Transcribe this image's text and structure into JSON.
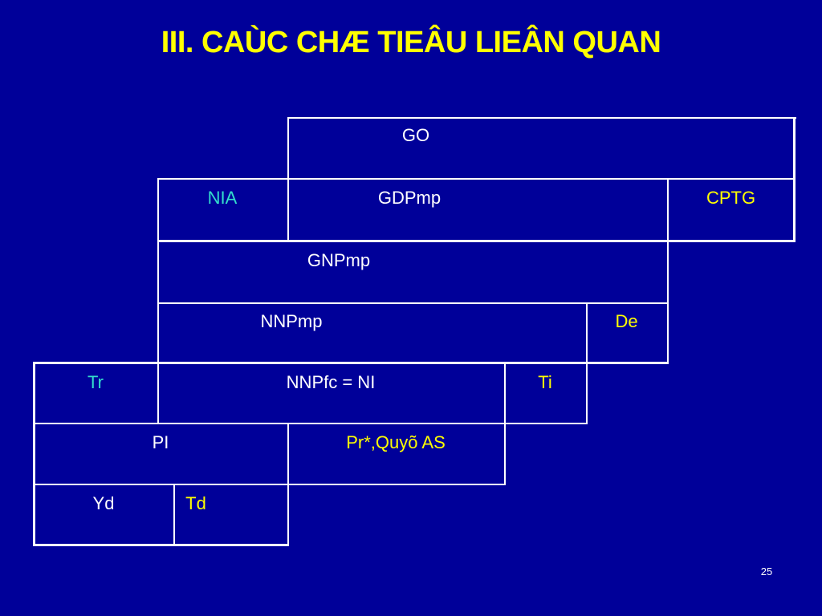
{
  "slide": {
    "title": "III. CAÙC CHÆ TIEÂU LIEÂN QUAN",
    "page_number": "25"
  },
  "table": {
    "go": "GO",
    "nia": "NIA",
    "gdpmp": "GDPmp",
    "cptg": "CPTG",
    "gnpmp": "GNPmp",
    "nnpmp": "NNPmp",
    "de": "De",
    "tr": "Tr",
    "nnpfc": "NNPfc = NI",
    "ti": "Ti",
    "pi": "PI",
    "pr": "Pr*,Quyõ AS",
    "yd": "Yd",
    "td": "Td"
  },
  "colors": {
    "background": "#000099",
    "title": "#ffff00",
    "line": "#ffffff",
    "green_label": "#33ddcc",
    "yellow_label": "#ffff00"
  }
}
